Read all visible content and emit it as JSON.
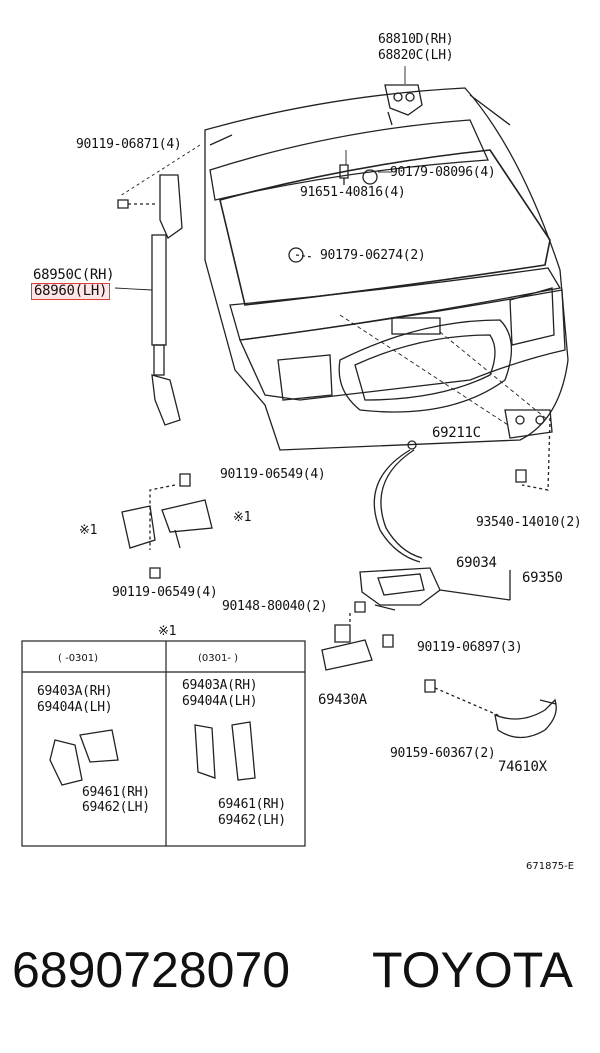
{
  "labels": {
    "l68810d": "68810D(RH)",
    "l68820c": "68820C(LH)",
    "l90119_06871": "90119-06871(4)",
    "l90179_08096": "90179-08096(4)",
    "l91651_40816": "91651-40816(4)",
    "l90179_06274": "90179-06274(2)",
    "l68950c": "68950C(RH)",
    "l68960": "68960(LH)",
    "l69211c": "69211C",
    "l90119_06549a": "90119-06549(4)",
    "l93540": "93540-14010(2)",
    "mark_a": "※1",
    "mark_b": "※1",
    "l90119_06549b": "90119-06549(4)",
    "l69034": "69034",
    "l69350": "69350",
    "l90148": "90148-80040(2)",
    "mark_c": "※1",
    "l90119_06897": "90119-06897(3)",
    "l69430a": "69430A",
    "l90159": "90159-60367(2)",
    "l74610x": "74610X",
    "tbl_col1": "(    -0301)",
    "tbl_col2": "(0301-     )",
    "l69403a_1": "69403A(RH)",
    "l69404a_1": "69404A(LH)",
    "l69461_1": "69461(RH)",
    "l69462_1": "69462(LH)",
    "l69403a_2": "69403A(RH)",
    "l69404a_2": "69404A(LH)",
    "l69461_2": "69461(RH)",
    "l69462_2": "69462(LH)",
    "figure_code": "671875-E"
  },
  "footer": {
    "part_number": "6890728070",
    "brand": "TOYOTA"
  },
  "colors": {
    "highlight": "#e23b3b"
  }
}
